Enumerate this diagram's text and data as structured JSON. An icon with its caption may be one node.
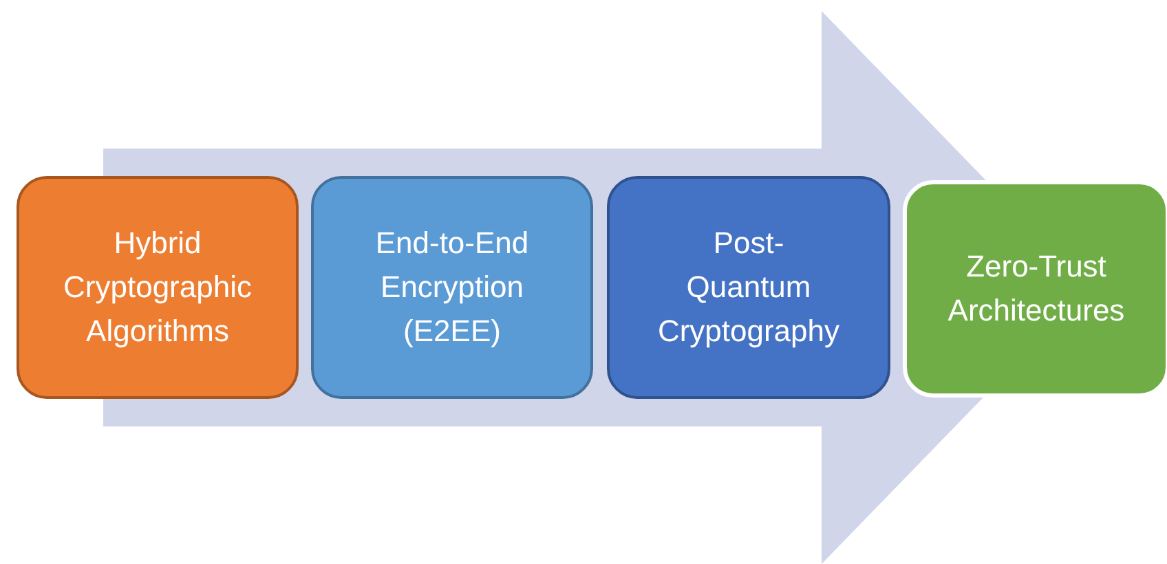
{
  "diagram": {
    "nodes": [
      {
        "text": [
          "Hybrid Cryptographic Algorithms"
        ]
      },
      {
        "text": [
          "End-to-End Encryption (E2EE)"
        ]
      },
      {
        "text": [
          "Post-Quantum Cryptography"
        ]
      },
      {
        "text": [
          "Zero-Trust Architectures"
        ]
      }
    ],
    "edges": [
      {
        "from": 0,
        "to": 3,
        "arrow": "to"
      }
    ]
  }
}
